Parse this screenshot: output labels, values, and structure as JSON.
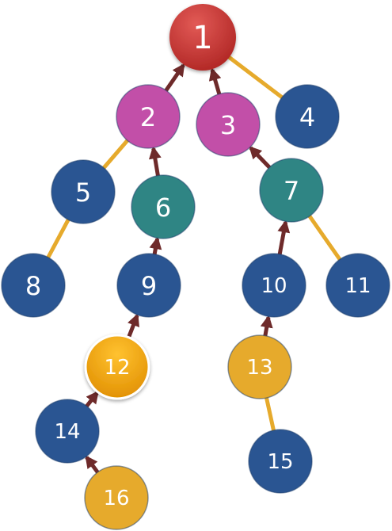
{
  "colors": {
    "background": "#ffffff",
    "node_root": "#c0302e",
    "node_magenta": "#c24fa8",
    "node_teal": "#2f8584",
    "node_blue": "#2a5592",
    "node_gold": "#e6aa2c",
    "node_highlight": "#f5a614",
    "edge_plain": "#e6aa2c",
    "edge_arrow": "#6e2a2a",
    "node_stroke": "#1d3d6a"
  },
  "nodes": [
    {
      "id": "1",
      "label": "1",
      "color": "root"
    },
    {
      "id": "2",
      "label": "2",
      "color": "magenta"
    },
    {
      "id": "3",
      "label": "3",
      "color": "magenta"
    },
    {
      "id": "4",
      "label": "4",
      "color": "blue"
    },
    {
      "id": "5",
      "label": "5",
      "color": "blue"
    },
    {
      "id": "6",
      "label": "6",
      "color": "teal"
    },
    {
      "id": "7",
      "label": "7",
      "color": "teal"
    },
    {
      "id": "8",
      "label": "8",
      "color": "blue"
    },
    {
      "id": "9",
      "label": "9",
      "color": "blue"
    },
    {
      "id": "10",
      "label": "10",
      "color": "blue"
    },
    {
      "id": "11",
      "label": "11",
      "color": "blue"
    },
    {
      "id": "12",
      "label": "12",
      "color": "highlight"
    },
    {
      "id": "13",
      "label": "13",
      "color": "gold"
    },
    {
      "id": "14",
      "label": "14",
      "color": "blue"
    },
    {
      "id": "15",
      "label": "15",
      "color": "blue"
    },
    {
      "id": "16",
      "label": "16",
      "color": "gold"
    }
  ],
  "edges": [
    {
      "from": "2",
      "to": "1",
      "type": "arrow"
    },
    {
      "from": "3",
      "to": "1",
      "type": "arrow"
    },
    {
      "from": "4",
      "to": "1",
      "type": "plain"
    },
    {
      "from": "5",
      "to": "2",
      "type": "plain"
    },
    {
      "from": "6",
      "to": "2",
      "type": "arrow"
    },
    {
      "from": "7",
      "to": "3",
      "type": "arrow"
    },
    {
      "from": "8",
      "to": "5",
      "type": "plain"
    },
    {
      "from": "9",
      "to": "6",
      "type": "arrow"
    },
    {
      "from": "10",
      "to": "7",
      "type": "arrow"
    },
    {
      "from": "11",
      "to": "7",
      "type": "plain"
    },
    {
      "from": "12",
      "to": "9",
      "type": "arrow"
    },
    {
      "from": "13",
      "to": "10",
      "type": "arrow"
    },
    {
      "from": "14",
      "to": "12",
      "type": "arrow"
    },
    {
      "from": "15",
      "to": "13",
      "type": "plain"
    },
    {
      "from": "16",
      "to": "14",
      "type": "arrow"
    }
  ]
}
